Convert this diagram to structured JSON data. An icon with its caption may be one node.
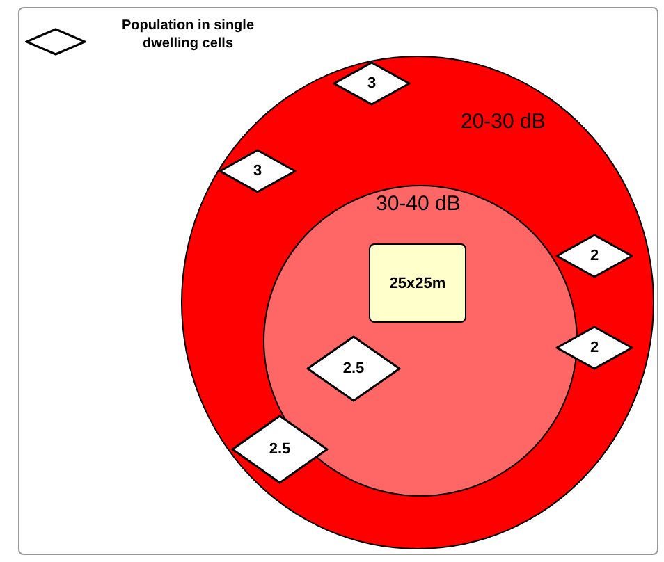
{
  "diagram": {
    "nodes": [
      {
        "text": [
          "20-30 dB"
        ]
      },
      {
        "text": [
          "30-40 dB"
        ],
        "in": 0
      },
      {
        "text": [
          "25x25m"
        ],
        "in": 1
      },
      {
        "text": [
          "3"
        ],
        "in": 0
      },
      {
        "text": [
          "3"
        ],
        "in": 0
      },
      {
        "text": [
          "2"
        ],
        "in": 0
      },
      {
        "text": [
          "2"
        ],
        "in": 0
      },
      {
        "text": [
          "2.5"
        ],
        "in": 1
      },
      {
        "text": [
          "2.5"
        ],
        "in": 0
      }
    ],
    "edges": [],
    "legend": [
      {
        "text": "Population in single dwelling cells"
      }
    ]
  }
}
